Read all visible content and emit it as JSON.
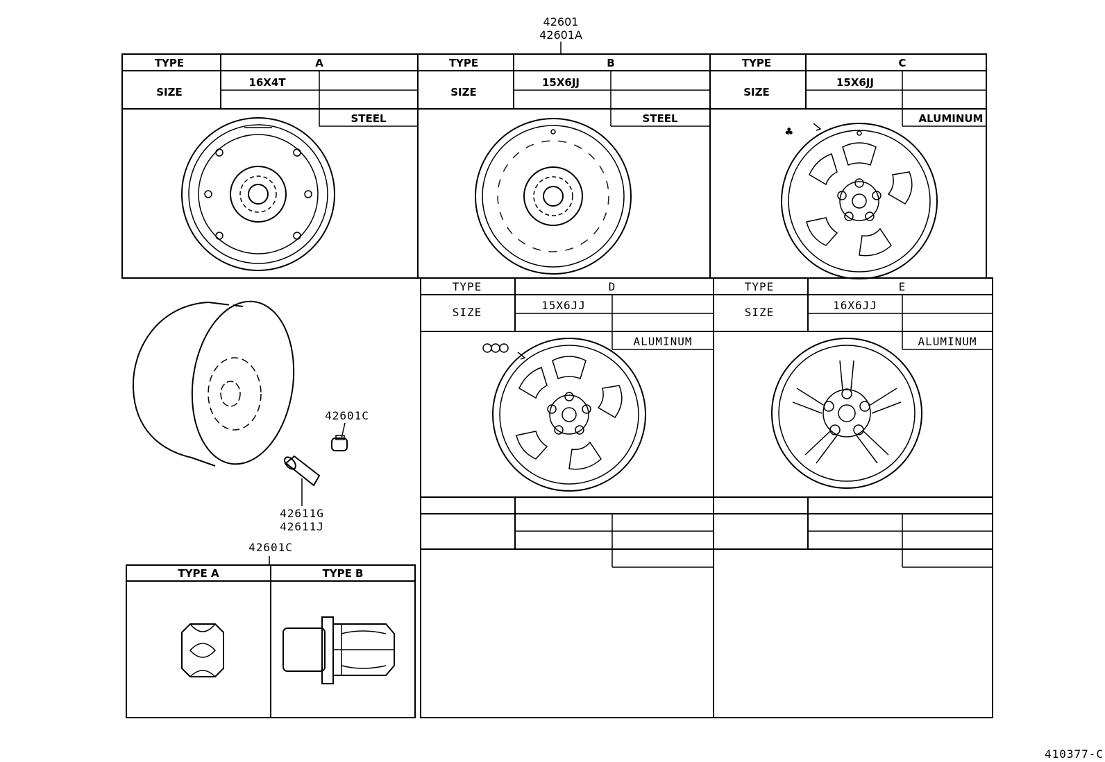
{
  "diagram_code": "410377-C",
  "top_callout": {
    "line1": "42601",
    "line2": "42601A"
  },
  "wheels": [
    {
      "key": "A",
      "type_label": "TYPE",
      "size_label": "SIZE",
      "type": "A",
      "size": "16X4T",
      "material": "STEEL"
    },
    {
      "key": "B",
      "type_label": "TYPE",
      "size_label": "SIZE",
      "type": "B",
      "size": "15X6JJ",
      "material": "STEEL"
    },
    {
      "key": "C",
      "type_label": "TYPE",
      "size_label": "SIZE",
      "type": "C",
      "size": "15X6JJ",
      "material": "ALUMINUM"
    },
    {
      "key": "D",
      "type_label": "TYPE",
      "size_label": "SIZE",
      "type": "D",
      "size": "15X6JJ",
      "material": "ALUMINUM"
    },
    {
      "key": "E",
      "type_label": "TYPE",
      "size_label": "SIZE",
      "type": "E",
      "size": "16X6JJ",
      "material": "ALUMINUM"
    }
  ],
  "callouts": {
    "cap": "42601C",
    "valve_1": "42611G",
    "valve_2": "42611J",
    "nut": "42601C"
  },
  "nut_table": {
    "type_a": "TYPE A",
    "type_b": "TYPE B"
  }
}
